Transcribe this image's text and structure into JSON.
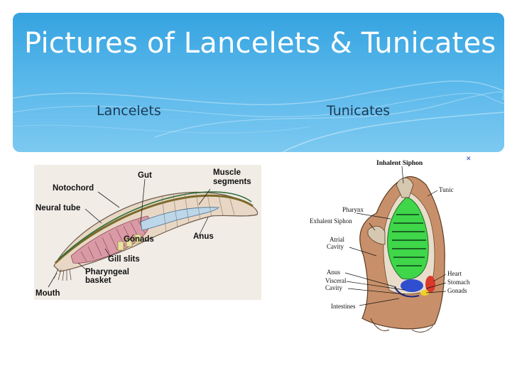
{
  "slide": {
    "title": "Pictures of Lancelets & Tunicates",
    "subtitle_left": "Lancelets",
    "subtitle_right": "Tunicates",
    "accent_color": "#3aa6e2"
  },
  "lancelet_figure": {
    "labels": {
      "gut": "Gut",
      "muscle_line1": "Muscle",
      "muscle_line2": "segments",
      "notochord": "Notochord",
      "neural_tube": "Neural tube",
      "gonads": "Gonads",
      "anus": "Anus",
      "gill_slits": "Gill slits",
      "pharyngeal_line1": "Pharyngeal",
      "pharyngeal_line2": "basket",
      "mouth": "Mouth"
    }
  },
  "tunicate_figure": {
    "labels": {
      "inhalent_siphon": "Inhalent Siphon",
      "tunic": "Tunic",
      "pharynx": "Pharynx",
      "exhalent_siphon": "Exhalent Siphon",
      "atrial_line1": "Atrial",
      "atrial_line2": "Cavity",
      "anus": "Anus",
      "visceral_line1": "Visceral",
      "visceral_line2": "Cavity",
      "intestines": "Intestines",
      "heart": "Heart",
      "stomach": "Stomach",
      "gonads": "Gonads"
    }
  }
}
